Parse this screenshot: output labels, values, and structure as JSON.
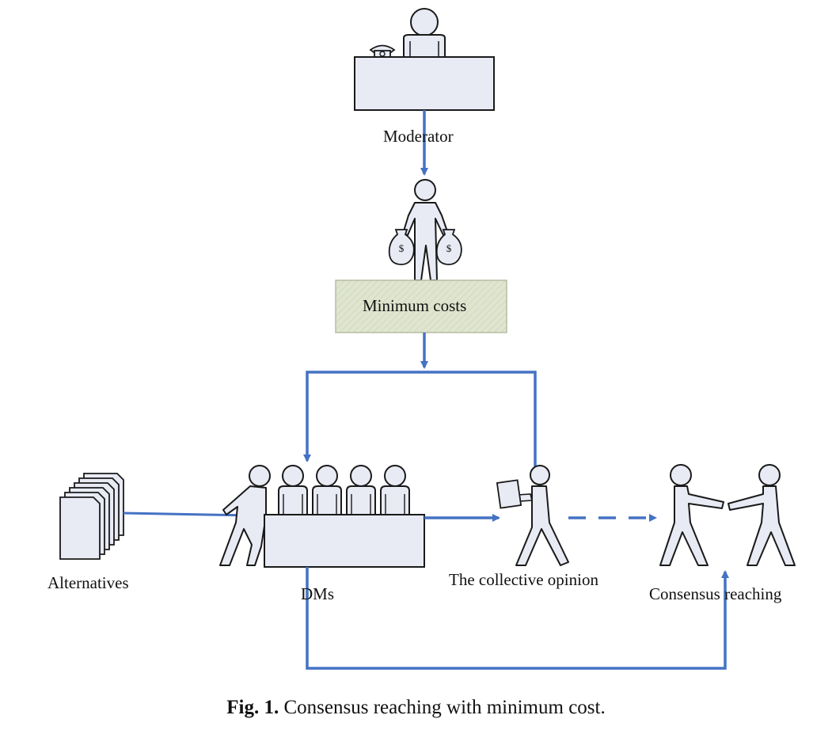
{
  "labels": {
    "moderator": "Moderator",
    "minimum_costs": "Minimum costs",
    "alternatives": "Alternatives",
    "dms": "DMs",
    "collective_opinion": "The collective opinion",
    "consensus_reaching": "Consensus reaching"
  },
  "caption": {
    "prefix": "Fig. 1.",
    "text": "Consensus reaching with minimum cost."
  },
  "money_symbol": "$",
  "colors": {
    "arrow": "#4472c4",
    "figure_fill": "#e8eaf4",
    "outline": "#1a1a1a",
    "cost_box_fill": "#dfe5cf"
  }
}
